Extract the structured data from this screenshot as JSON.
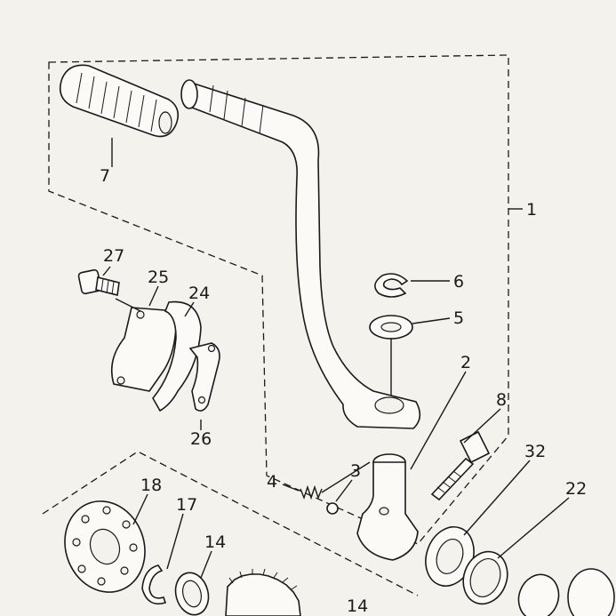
{
  "diagram": {
    "callouts": [
      {
        "id": "c1",
        "text": "1"
      },
      {
        "id": "c2",
        "text": "2"
      },
      {
        "id": "c3",
        "text": "3"
      },
      {
        "id": "c4",
        "text": "4"
      },
      {
        "id": "c5",
        "text": "5"
      },
      {
        "id": "c6",
        "text": "6"
      },
      {
        "id": "c7",
        "text": "7"
      },
      {
        "id": "c8",
        "text": "8"
      },
      {
        "id": "c14a",
        "text": "14"
      },
      {
        "id": "c14b",
        "text": "14"
      },
      {
        "id": "c17",
        "text": "17"
      },
      {
        "id": "c18",
        "text": "18"
      },
      {
        "id": "c22",
        "text": "22"
      },
      {
        "id": "c24",
        "text": "24"
      },
      {
        "id": "c25",
        "text": "25"
      },
      {
        "id": "c26",
        "text": "26"
      },
      {
        "id": "c27",
        "text": "27"
      },
      {
        "id": "c32",
        "text": "32"
      }
    ]
  }
}
